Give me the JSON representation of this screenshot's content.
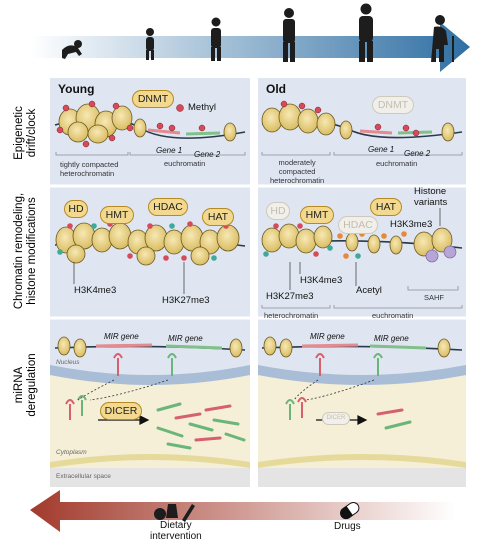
{
  "rows": {
    "epigenetic": "Epigenetic\ndrift/clock",
    "chromatin": "Chromatin remodeling,\nhistone modifications",
    "mirna": "miRNA\nderegulation"
  },
  "young": {
    "title": "Young",
    "dnmt": "DNMT",
    "methyl": "Methyl",
    "gene1": "Gene 1",
    "gene2": "Gene 2",
    "hetero_label": "tightly compacted\nheterochromatin",
    "eu_label": "euchromatin",
    "enzymes": [
      "HD",
      "HMT",
      "HDAC",
      "HAT"
    ],
    "h3k4me3": "H3K4me3",
    "h3k27me3": "H3K27me3",
    "mir_gene_1": "MIR gene",
    "mir_gene_2": "MIR gene",
    "nucleus": "Nucleus",
    "dicer": "DICER",
    "cytoplasm": "Cytoplasm",
    "extracellular": "Extracellular space"
  },
  "old": {
    "title": "Old",
    "dnmt": "DNMT",
    "gene1": "Gene 1",
    "gene2": "Gene 2",
    "hetero_label": "moderately\ncompacted\nheterochromatin",
    "eu_label": "euchromatin",
    "enzymes": [
      "HD",
      "HMT",
      "HDAC",
      "HAT"
    ],
    "histone_variants": "Histone\nvariants",
    "h3k3me3": "H3K3me3",
    "h3k4me3": "H3K4me3",
    "h3k27me3": "H3K27me3",
    "acetyl": "Acetyl",
    "sahf": "SAHF",
    "heterochromatin": "heterochromatin",
    "euchromatin": "euchromatin",
    "mir_gene_1": "MIR gene",
    "mir_gene_2": "MIR gene",
    "dicer": "DICER"
  },
  "bottom": {
    "dietary": "Dietary\nintervention",
    "drugs": "Drugs"
  },
  "colors": {
    "panel": "#dfe6f1",
    "top_arrow": "#2f6fa3",
    "bottom_arrow": "#a23a2c",
    "nucleosome": "#f0d98e",
    "methyl": "#d64a5a",
    "pill": "#f3d98f"
  }
}
